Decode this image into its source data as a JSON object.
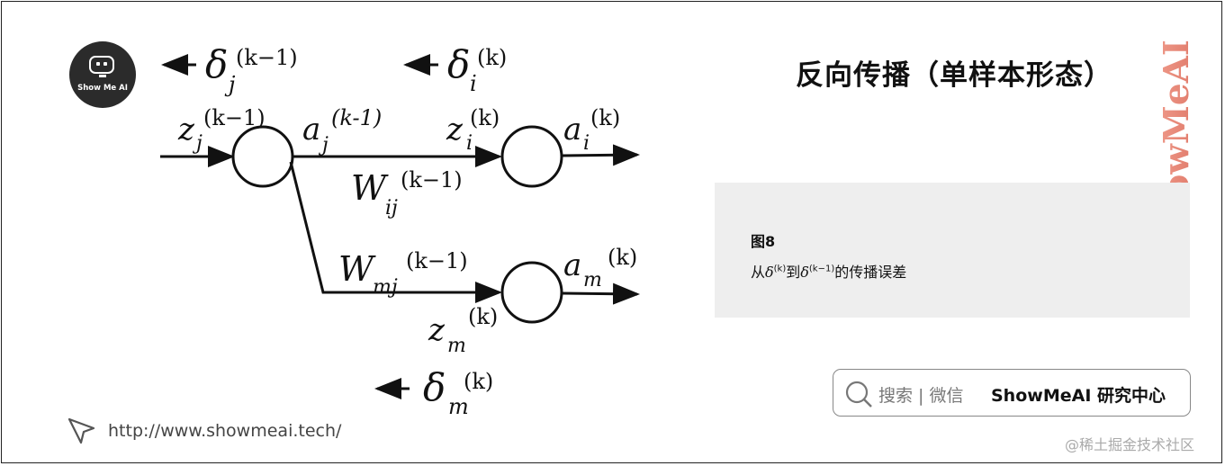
{
  "title": "反向传播（单样本形态）",
  "logo": {
    "text": "Show Me AI"
  },
  "watermark": "ShowMeAI",
  "caption": {
    "label": "图8",
    "text_prefix": "从",
    "delta": "δ",
    "sup1": "(k)",
    "text_middle": "到",
    "sup2": "(k−1)",
    "text_suffix": "的传播误差"
  },
  "search": {
    "placeholder": "搜索 | 微信",
    "brand": "ShowMeAI 研究中心"
  },
  "url": "http://www.showmeai.tech/",
  "credit": "@稀土掘金技术社区",
  "diagram": {
    "delta_j": {
      "base": "δ",
      "sub": "j",
      "sup": "(k−1)"
    },
    "delta_i": {
      "base": "δ",
      "sub": "i",
      "sup": "(k)"
    },
    "delta_m": {
      "base": "δ",
      "sub": "m",
      "sup": "(k)"
    },
    "z_j": {
      "base": "z",
      "sub": "j",
      "sup": "(k−1)"
    },
    "a_j": {
      "base": "a",
      "sub": "j",
      "sup": "(k-1)"
    },
    "z_i": {
      "base": "z",
      "sub": "i",
      "sup": "(k)"
    },
    "a_i": {
      "base": "a",
      "sub": "i",
      "sup": "(k)"
    },
    "W_ij": {
      "base": "W",
      "sub": "ij",
      "sup": "(k−1)"
    },
    "W_mj": {
      "base": "W",
      "sub": "mj",
      "sup": "(k−1)"
    },
    "a_m": {
      "base": "a",
      "sub": "m",
      "sup": "(k)"
    },
    "z_m": {
      "base": "z",
      "sub": "m",
      "sup": "(k)"
    }
  }
}
